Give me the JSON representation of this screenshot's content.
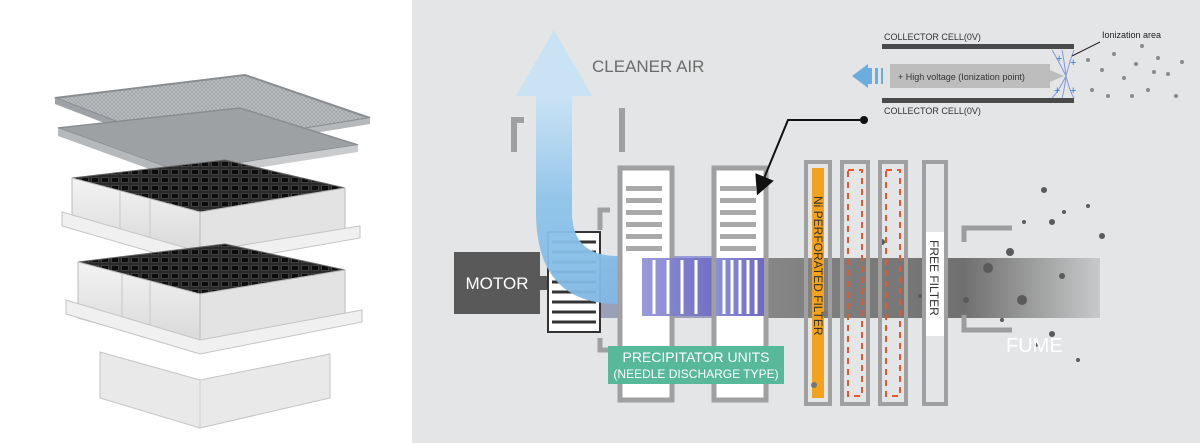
{
  "labels": {
    "cleaner_air": "CLEANER AIR",
    "motor": "MOTOR",
    "precipitator_line1": "PRECIPITATOR UNITS",
    "precipitator_line2": "(NEEDLE DISCHARGE TYPE)",
    "ni_filter": "Ni PERFORATED FILTER",
    "free_filter": "FREE FILTER",
    "fume": "FUME"
  },
  "inset": {
    "collector_top": "COLLECTOR CELL(0V)",
    "collector_bottom": "COLLECTOR CELL(0V)",
    "high_voltage": "+ High voltage (Ionization point)",
    "ionization_area": "Ionization area"
  },
  "colors": {
    "diagram_bg": "#e4e5e6",
    "airflow_blue": "#8ec3ea",
    "precipitator_purple": "#7a75c9",
    "precipitator_label_bg": "#57b89a",
    "ni_filter_orange": "#f2a21c",
    "filter_dash_red": "#e8572a",
    "motor_dark": "#595959",
    "duct_grey": "#8a8a8a"
  },
  "icons": {
    "leader_arrow": "arrow-pointer-icon",
    "outflow_arrow": "air-outflow-arrow-icon"
  }
}
